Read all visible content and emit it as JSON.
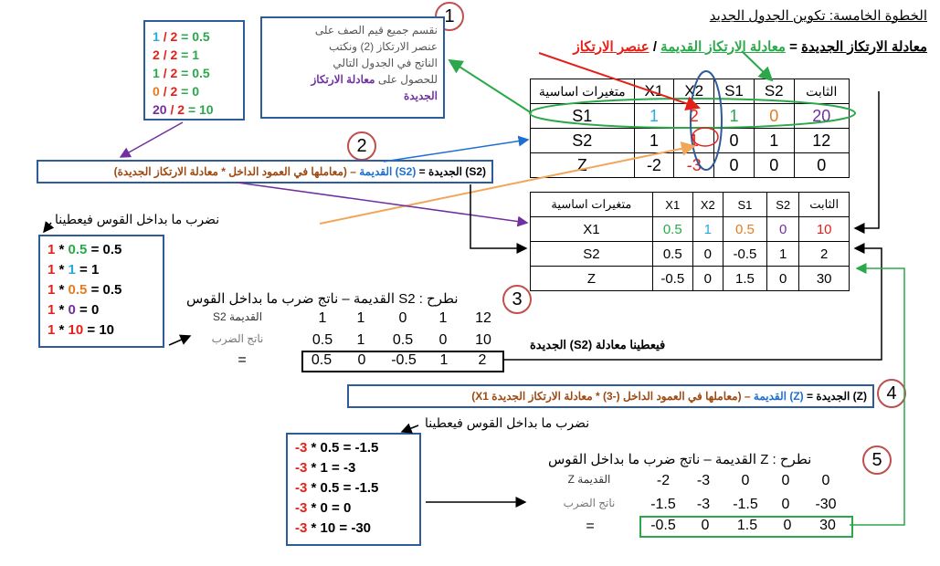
{
  "title": "الخطوة الخامسة: تكوين الجدول الجديد",
  "header_eq": {
    "new_row": "معادلة الارتكاز الجديدة",
    "eq": "=",
    "old_row": "معادلة الارتكاز القديمة",
    "slash": "/",
    "pivot": "عنصر الارتكاز"
  },
  "step_numbers": [
    "1",
    "2",
    "3",
    "4",
    "5"
  ],
  "note1": {
    "line1": "نقسم جميع قيم الصف على",
    "line2": "عنصر الارتكاز (2) ونكتب",
    "line3": "الناتج في الجدول التالي",
    "line4a": "للحصول على",
    "line4b": "معادلة الارتكاز",
    "line5": "الجديدة"
  },
  "division": [
    {
      "num": "1",
      "sep": "/",
      "den": "2",
      "eq": "=",
      "res": "0.5"
    },
    {
      "num": "2",
      "sep": "/",
      "den": "2",
      "eq": "=",
      "res": "1"
    },
    {
      "num": "1",
      "sep": "/",
      "den": "2",
      "eq": "=",
      "res": "0.5"
    },
    {
      "num": "0",
      "sep": "/",
      "den": "2",
      "eq": "=",
      "res": "0"
    },
    {
      "num": "20",
      "sep": "/",
      "den": "2",
      "eq": "=",
      "res": "10"
    }
  ],
  "formula_s2": {
    "a": "(S2) الجديدة =",
    "b": "(S2) القديمة",
    "c": "– (معاملها في العمود الداخل * معادلة الارتكاز الجديدة)"
  },
  "formula_z": {
    "a": "(Z) الجديدة =",
    "b": "(Z) القديمة",
    "c": "– (معاملها في العمود الداخل (-3) * معادلة الارتكاز الجديدة X1)"
  },
  "table1": {
    "headers": [
      "الثابت",
      "S2",
      "S1",
      "X2",
      "X1",
      "متغيرات اساسية"
    ],
    "rows": [
      [
        "20",
        "0",
        "1",
        "2",
        "1",
        "S1"
      ],
      [
        "12",
        "1",
        "0",
        "1",
        "1",
        "S2"
      ],
      [
        "0",
        "0",
        "0",
        "-3",
        "-2",
        "Z"
      ]
    ]
  },
  "table2": {
    "headers": [
      "الثابت",
      "S2",
      "S1",
      "X2",
      "X1",
      "متغيرات اساسية"
    ],
    "rows": [
      [
        "10",
        "0",
        "0.5",
        "1",
        "0.5",
        "X1"
      ],
      [
        "2",
        "1",
        "-0.5",
        "0",
        "0.5",
        "S2"
      ],
      [
        "30",
        "0",
        "1.5",
        "0",
        "-0.5",
        "Z"
      ]
    ]
  },
  "mult1": {
    "title": "نضرب ما بداخل القوس فيعطينا",
    "lines": [
      {
        "a": "1",
        "op": "*",
        "b": "0.5",
        "eq": "=",
        "r": "0.5"
      },
      {
        "a": "1",
        "op": "*",
        "b": "1",
        "eq": "=",
        "r": "1"
      },
      {
        "a": "1",
        "op": "*",
        "b": "0.5",
        "eq": "=",
        "r": "0.5"
      },
      {
        "a": "1",
        "op": "*",
        "b": "0",
        "eq": "=",
        "r": "0"
      },
      {
        "a": "1",
        "op": "*",
        "b": "10",
        "eq": "=",
        "r": "10"
      }
    ]
  },
  "step3": {
    "title": "نطرح : S2 القديمة – ناتج ضرب ما بداخل القوس",
    "label_old": "S2 القديمة",
    "label_prod": "ناتج الضرب",
    "label_eq": "=",
    "old": [
      "1",
      "1",
      "0",
      "1",
      "12"
    ],
    "prod": [
      "0.5",
      "1",
      "0.5",
      "0",
      "10"
    ],
    "result": [
      "0.5",
      "0",
      "-0.5",
      "1",
      "2"
    ],
    "caption": "فيعطينا معادلة (S2) الجديدة"
  },
  "mult2": {
    "title": "نضرب ما بداخل القوس فيعطينا",
    "lines": [
      {
        "a": "-3",
        "op": "*",
        "b": "0.5",
        "eq": "=",
        "r": "-1.5"
      },
      {
        "a": "-3",
        "op": "*",
        "b": "1",
        "eq": "=",
        "r": "-3"
      },
      {
        "a": "-3",
        "op": "*",
        "b": "0.5",
        "eq": "=",
        "r": "-1.5"
      },
      {
        "a": "-3",
        "op": "*",
        "b": "0",
        "eq": "=",
        "r": "0"
      },
      {
        "a": "-3",
        "op": "*",
        "b": "10",
        "eq": "=",
        "r": "-30"
      }
    ]
  },
  "step5": {
    "title": "نطرح : Z القديمة – ناتج ضرب ما بداخل القوس",
    "label_old": "Z القديمة",
    "label_prod": "ناتج الضرب",
    "label_eq": "=",
    "old": [
      "-2",
      "-3",
      "0",
      "0",
      "0"
    ],
    "prod": [
      "-1.5",
      "-3",
      "-1.5",
      "0",
      "-30"
    ],
    "result": [
      "-0.5",
      "0",
      "1.5",
      "0",
      "30"
    ]
  },
  "colors": {
    "box_border": "#2e5c9a",
    "red": "#e32119",
    "green": "#2aa84a",
    "purple": "#7030a0",
    "orange": "#e37b21",
    "sky": "#29a9e0",
    "brown": "#9c4a12"
  }
}
